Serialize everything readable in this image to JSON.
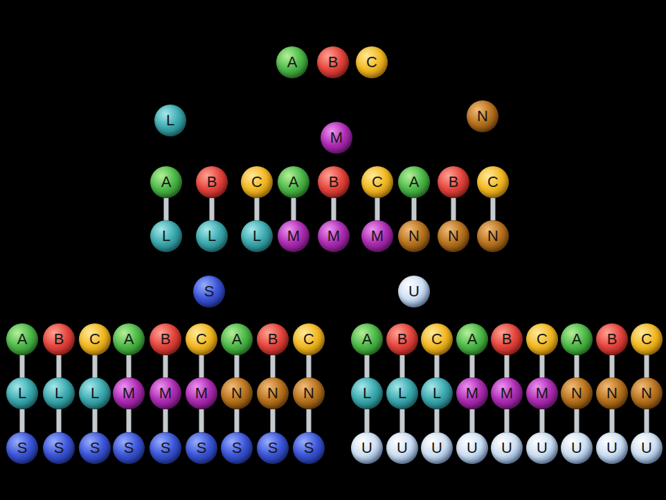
{
  "diagram": {
    "nodes": [
      {
        "text": [
          "A"
        ]
      },
      {
        "text": [
          "B"
        ]
      },
      {
        "text": [
          "C"
        ]
      },
      {
        "text": [
          "L"
        ]
      },
      {
        "text": [
          "M"
        ]
      },
      {
        "text": [
          "N"
        ]
      },
      {
        "text": [
          "A"
        ]
      },
      {
        "text": [
          "B"
        ]
      },
      {
        "text": [
          "C"
        ]
      },
      {
        "text": [
          "A"
        ]
      },
      {
        "text": [
          "B"
        ]
      },
      {
        "text": [
          "C"
        ]
      },
      {
        "text": [
          "A"
        ]
      },
      {
        "text": [
          "B"
        ]
      },
      {
        "text": [
          "C"
        ]
      },
      {
        "text": [
          "L"
        ]
      },
      {
        "text": [
          "L"
        ]
      },
      {
        "text": [
          "L"
        ]
      },
      {
        "text": [
          "M"
        ]
      },
      {
        "text": [
          "M"
        ]
      },
      {
        "text": [
          "M"
        ]
      },
      {
        "text": [
          "N"
        ]
      },
      {
        "text": [
          "N"
        ]
      },
      {
        "text": [
          "N"
        ]
      },
      {
        "text": [
          "S"
        ]
      },
      {
        "text": [
          "U"
        ]
      },
      {
        "text": [
          "A"
        ]
      },
      {
        "text": [
          "B"
        ]
      },
      {
        "text": [
          "C"
        ]
      },
      {
        "text": [
          "A"
        ]
      },
      {
        "text": [
          "B"
        ]
      },
      {
        "text": [
          "C"
        ]
      },
      {
        "text": [
          "A"
        ]
      },
      {
        "text": [
          "B"
        ]
      },
      {
        "text": [
          "C"
        ]
      },
      {
        "text": [
          "L"
        ]
      },
      {
        "text": [
          "L"
        ]
      },
      {
        "text": [
          "L"
        ]
      },
      {
        "text": [
          "M"
        ]
      },
      {
        "text": [
          "M"
        ]
      },
      {
        "text": [
          "M"
        ]
      },
      {
        "text": [
          "N"
        ]
      },
      {
        "text": [
          "N"
        ]
      },
      {
        "text": [
          "N"
        ]
      },
      {
        "text": [
          "S"
        ]
      },
      {
        "text": [
          "S"
        ]
      },
      {
        "text": [
          "S"
        ]
      },
      {
        "text": [
          "S"
        ]
      },
      {
        "text": [
          "S"
        ]
      },
      {
        "text": [
          "S"
        ]
      },
      {
        "text": [
          "S"
        ]
      },
      {
        "text": [
          "S"
        ]
      },
      {
        "text": [
          "S"
        ]
      },
      {
        "text": [
          "A"
        ]
      },
      {
        "text": [
          "B"
        ]
      },
      {
        "text": [
          "C"
        ]
      },
      {
        "text": [
          "A"
        ]
      },
      {
        "text": [
          "B"
        ]
      },
      {
        "text": [
          "C"
        ]
      },
      {
        "text": [
          "A"
        ]
      },
      {
        "text": [
          "B"
        ]
      },
      {
        "text": [
          "C"
        ]
      },
      {
        "text": [
          "L"
        ]
      },
      {
        "text": [
          "L"
        ]
      },
      {
        "text": [
          "L"
        ]
      },
      {
        "text": [
          "M"
        ]
      },
      {
        "text": [
          "M"
        ]
      },
      {
        "text": [
          "M"
        ]
      },
      {
        "text": [
          "N"
        ]
      },
      {
        "text": [
          "N"
        ]
      },
      {
        "text": [
          "N"
        ]
      },
      {
        "text": [
          "U"
        ]
      },
      {
        "text": [
          "U"
        ]
      },
      {
        "text": [
          "U"
        ]
      },
      {
        "text": [
          "U"
        ]
      },
      {
        "text": [
          "U"
        ]
      },
      {
        "text": [
          "U"
        ]
      },
      {
        "text": [
          "U"
        ]
      },
      {
        "text": [
          "U"
        ]
      },
      {
        "text": [
          "U"
        ]
      }
    ],
    "edges": [
      {
        "from": 6,
        "to": 15,
        "arrow": "none"
      },
      {
        "from": 7,
        "to": 16,
        "arrow": "none"
      },
      {
        "from": 8,
        "to": 17,
        "arrow": "none"
      },
      {
        "from": 9,
        "to": 18,
        "arrow": "none"
      },
      {
        "from": 10,
        "to": 19,
        "arrow": "none"
      },
      {
        "from": 11,
        "to": 20,
        "arrow": "none"
      },
      {
        "from": 12,
        "to": 21,
        "arrow": "none"
      },
      {
        "from": 13,
        "to": 22,
        "arrow": "none"
      },
      {
        "from": 14,
        "to": 23,
        "arrow": "none"
      },
      {
        "from": 26,
        "to": 35,
        "arrow": "none"
      },
      {
        "from": 27,
        "to": 36,
        "arrow": "none"
      },
      {
        "from": 28,
        "to": 37,
        "arrow": "none"
      },
      {
        "from": 29,
        "to": 38,
        "arrow": "none"
      },
      {
        "from": 30,
        "to": 39,
        "arrow": "none"
      },
      {
        "from": 31,
        "to": 40,
        "arrow": "none"
      },
      {
        "from": 32,
        "to": 41,
        "arrow": "none"
      },
      {
        "from": 33,
        "to": 42,
        "arrow": "none"
      },
      {
        "from": 34,
        "to": 43,
        "arrow": "none"
      },
      {
        "from": 35,
        "to": 44,
        "arrow": "none"
      },
      {
        "from": 36,
        "to": 45,
        "arrow": "none"
      },
      {
        "from": 37,
        "to": 46,
        "arrow": "none"
      },
      {
        "from": 38,
        "to": 47,
        "arrow": "none"
      },
      {
        "from": 39,
        "to": 48,
        "arrow": "none"
      },
      {
        "from": 40,
        "to": 49,
        "arrow": "none"
      },
      {
        "from": 41,
        "to": 50,
        "arrow": "none"
      },
      {
        "from": 42,
        "to": 51,
        "arrow": "none"
      },
      {
        "from": 43,
        "to": 52,
        "arrow": "none"
      },
      {
        "from": 53,
        "to": 62,
        "arrow": "none"
      },
      {
        "from": 54,
        "to": 63,
        "arrow": "none"
      },
      {
        "from": 55,
        "to": 64,
        "arrow": "none"
      },
      {
        "from": 56,
        "to": 65,
        "arrow": "none"
      },
      {
        "from": 57,
        "to": 66,
        "arrow": "none"
      },
      {
        "from": 58,
        "to": 67,
        "arrow": "none"
      },
      {
        "from": 59,
        "to": 68,
        "arrow": "none"
      },
      {
        "from": 60,
        "to": 69,
        "arrow": "none"
      },
      {
        "from": 61,
        "to": 70,
        "arrow": "none"
      },
      {
        "from": 62,
        "to": 71,
        "arrow": "none"
      },
      {
        "from": 63,
        "to": 72,
        "arrow": "none"
      },
      {
        "from": 64,
        "to": 73,
        "arrow": "none"
      },
      {
        "from": 65,
        "to": 74,
        "arrow": "none"
      },
      {
        "from": 66,
        "to": 75,
        "arrow": "none"
      },
      {
        "from": 67,
        "to": 76,
        "arrow": "none"
      },
      {
        "from": 68,
        "to": 77,
        "arrow": "none"
      },
      {
        "from": 69,
        "to": 78,
        "arrow": "none"
      },
      {
        "from": 70,
        "to": 79,
        "arrow": "none"
      }
    ]
  }
}
